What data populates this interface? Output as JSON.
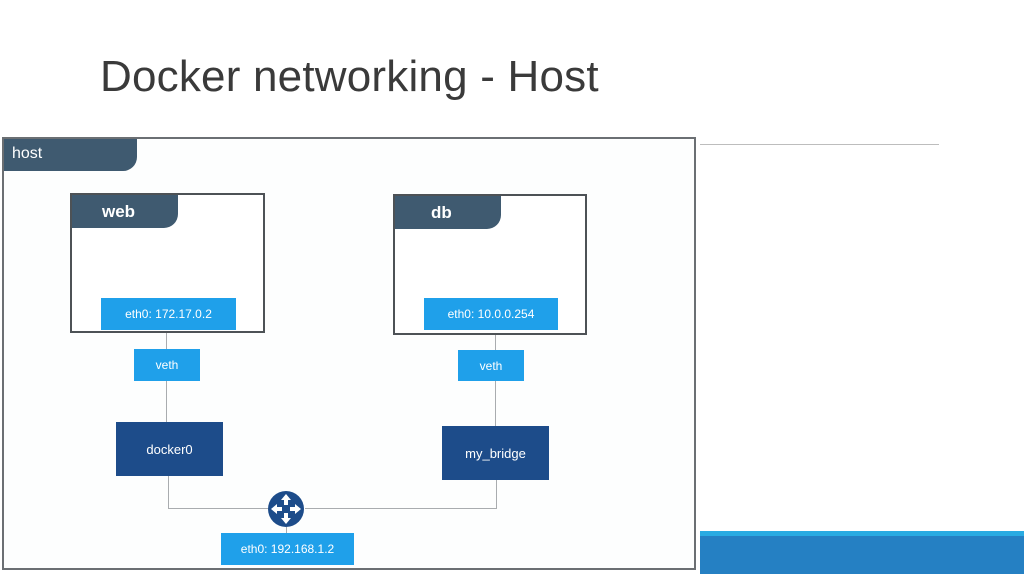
{
  "slide": {
    "title": "Docker networking - Host"
  },
  "diagram": {
    "host": {
      "label": "host"
    },
    "containers": [
      {
        "name": "web",
        "interface": "eth0: 172.17.0.2",
        "veth": "veth",
        "bridge": "docker0"
      },
      {
        "name": "db",
        "interface": "eth0: 10.0.0.254",
        "veth": "veth",
        "bridge": "my_bridge"
      }
    ],
    "router": {
      "icon": "router-icon",
      "interface": "eth0: 192.168.1.2"
    }
  },
  "colors": {
    "tab": "#3f5a70",
    "interface": "#1fa0ea",
    "bridge": "#1d4c8a",
    "accent_light": "#29abe2",
    "accent_dark": "#2580c3"
  }
}
